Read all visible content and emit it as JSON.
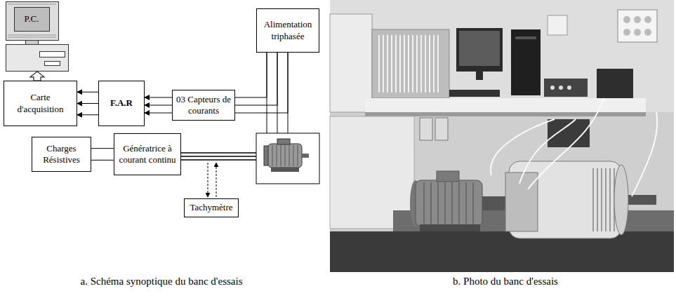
{
  "diagram": {
    "nodes": [
      {
        "text": [
          "P.C."
        ]
      },
      {
        "text": [
          "Carte d'acquisition"
        ]
      },
      {
        "text": [
          "F.A.R"
        ]
      },
      {
        "text": [
          "03 Capteurs de courants"
        ]
      },
      {
        "text": [
          "Alimentation triphasée"
        ]
      },
      {
        "text": [
          "Charges Résistives"
        ]
      },
      {
        "text": [
          "Génératrice à courant continu"
        ]
      },
      {
        "text": [
          "Tachymètre"
        ]
      }
    ],
    "edges": [
      {
        "from": 1,
        "to": 0,
        "arrow": "to"
      },
      {
        "from": 2,
        "to": 1,
        "arrow": "to"
      },
      {
        "from": 2,
        "to": 1,
        "arrow": "to"
      },
      {
        "from": 2,
        "to": 1,
        "arrow": "to"
      },
      {
        "from": 3,
        "to": 2,
        "arrow": "to"
      },
      {
        "from": 3,
        "to": 2,
        "arrow": "to"
      },
      {
        "from": 3,
        "to": 2,
        "arrow": "to"
      },
      {
        "from": 4,
        "to": 3,
        "arrow": "none"
      },
      {
        "from": 4,
        "to": 3,
        "arrow": "none"
      },
      {
        "from": 4,
        "to": 3,
        "arrow": "none"
      },
      {
        "from": 6,
        "to": 5,
        "arrow": "none"
      },
      {
        "from": 6,
        "to": 5,
        "arrow": "none"
      }
    ],
    "labels": [
      "a. Schéma synoptique du banc d'essais",
      "b. Photo du banc d'essais"
    ]
  }
}
